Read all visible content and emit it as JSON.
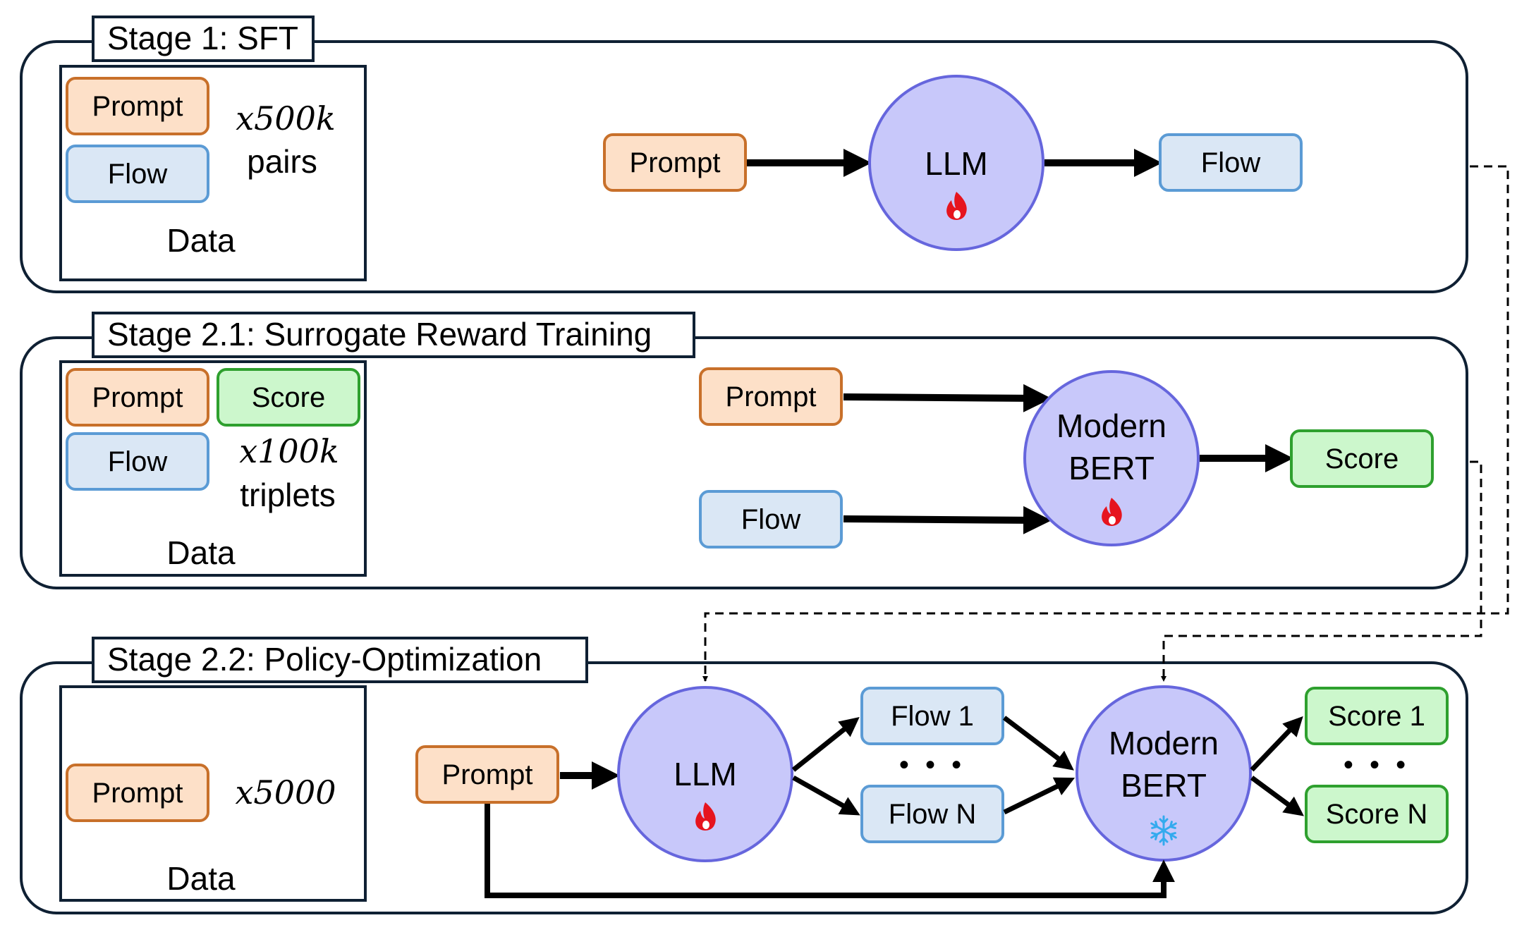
{
  "colors": {
    "prompt_fill": "#FDE0C8",
    "prompt_stroke": "#C8702A",
    "flow_fill": "#DAE7F5",
    "flow_stroke": "#5B9BD5",
    "score_fill": "#CCF7CC",
    "score_stroke": "#2EA02E",
    "model_fill": "#C8C8FA",
    "model_stroke": "#6666DD",
    "flame": "#E6141E",
    "snowflake": "#33AAEE",
    "frame": "#0F2033"
  },
  "stage1": {
    "title": "Stage 1: SFT",
    "data": {
      "prompt": "Prompt",
      "flow": "Flow",
      "count": "x500k",
      "unit": "pairs",
      "label": "Data"
    },
    "input": "Prompt",
    "model": "LLM",
    "model_icon": "flame-icon",
    "output": "Flow"
  },
  "stage21": {
    "title": "Stage 2.1: Surrogate Reward Training",
    "data": {
      "prompt": "Prompt",
      "score": "Score",
      "flow": "Flow",
      "count": "x100k",
      "unit": "triplets",
      "label": "Data"
    },
    "input_prompt": "Prompt",
    "input_flow": "Flow",
    "model_line1": "Modern",
    "model_line2": "BERT",
    "model_icon": "flame-icon",
    "output": "Score"
  },
  "stage22": {
    "title": "Stage 2.2: Policy-Optimization",
    "data": {
      "prompt": "Prompt",
      "count": "x5000",
      "label": "Data"
    },
    "input": "Prompt",
    "policy": "LLM",
    "policy_icon": "flame-icon",
    "flow_1": "Flow 1",
    "flow_n": "Flow N",
    "ellipsis": "• • •",
    "reward_line1": "Modern",
    "reward_line2": "BERT",
    "reward_icon": "snowflake-icon",
    "score_1": "Score 1",
    "score_n": "Score N"
  }
}
